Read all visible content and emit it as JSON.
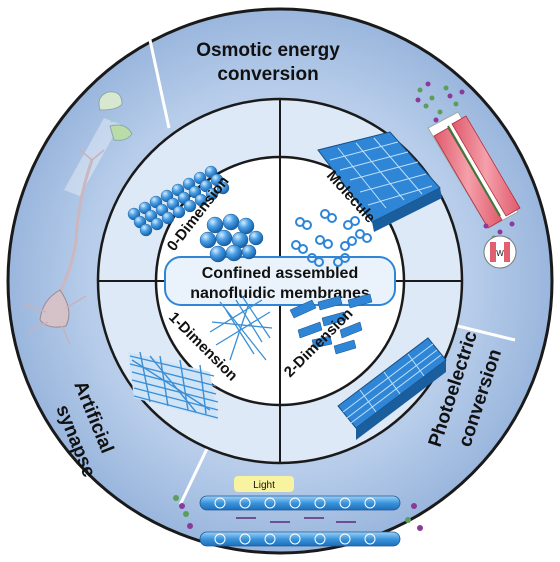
{
  "center": {
    "line1": "Confined assembled",
    "line2": "nanofluidic membranes"
  },
  "quadrants": {
    "q0d": "0-Dimension",
    "q_molecule": "Molecule",
    "q1d": "1-Dimension",
    "q2d": "2-Dimension"
  },
  "applications": {
    "osmotic_line1": "Osmotic energy",
    "osmotic_line2": "conversion",
    "photo_line1": "Photoelectric",
    "photo_line2": "conversion",
    "synapse_line1": "Artificial",
    "synapse_line2": "synapse"
  },
  "annotations": {
    "light": "Light",
    "width_symbol": "W"
  },
  "colors": {
    "outer_ring": "#a9c3e5",
    "quadrant_bg": "#dde9f6",
    "center_white": "#ffffff",
    "material_blue": "#2f86d6",
    "channel_pink": "#e06070"
  }
}
